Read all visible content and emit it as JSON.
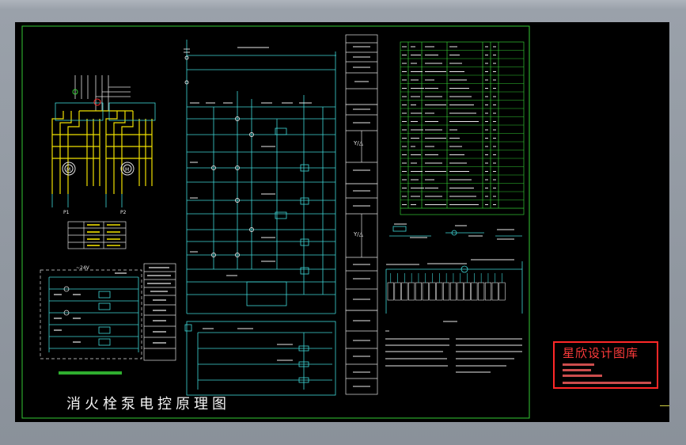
{
  "drawing": {
    "title": "消火栓泵电控原理图",
    "power_label": "~24V",
    "motor_labels": [
      "M",
      "M"
    ],
    "pump_labels": [
      "P1",
      "P2"
    ],
    "star_delta_labels": [
      "Y/△",
      "Y/△"
    ]
  },
  "watermark": {
    "brand": "星欣设计图库"
  },
  "colors": {
    "background": "#000000",
    "frame": "#33c833",
    "wire": "#3fd7d7",
    "text": "#e8e8e8",
    "yellow": "#f0e000",
    "stamp": "#ff2828"
  }
}
